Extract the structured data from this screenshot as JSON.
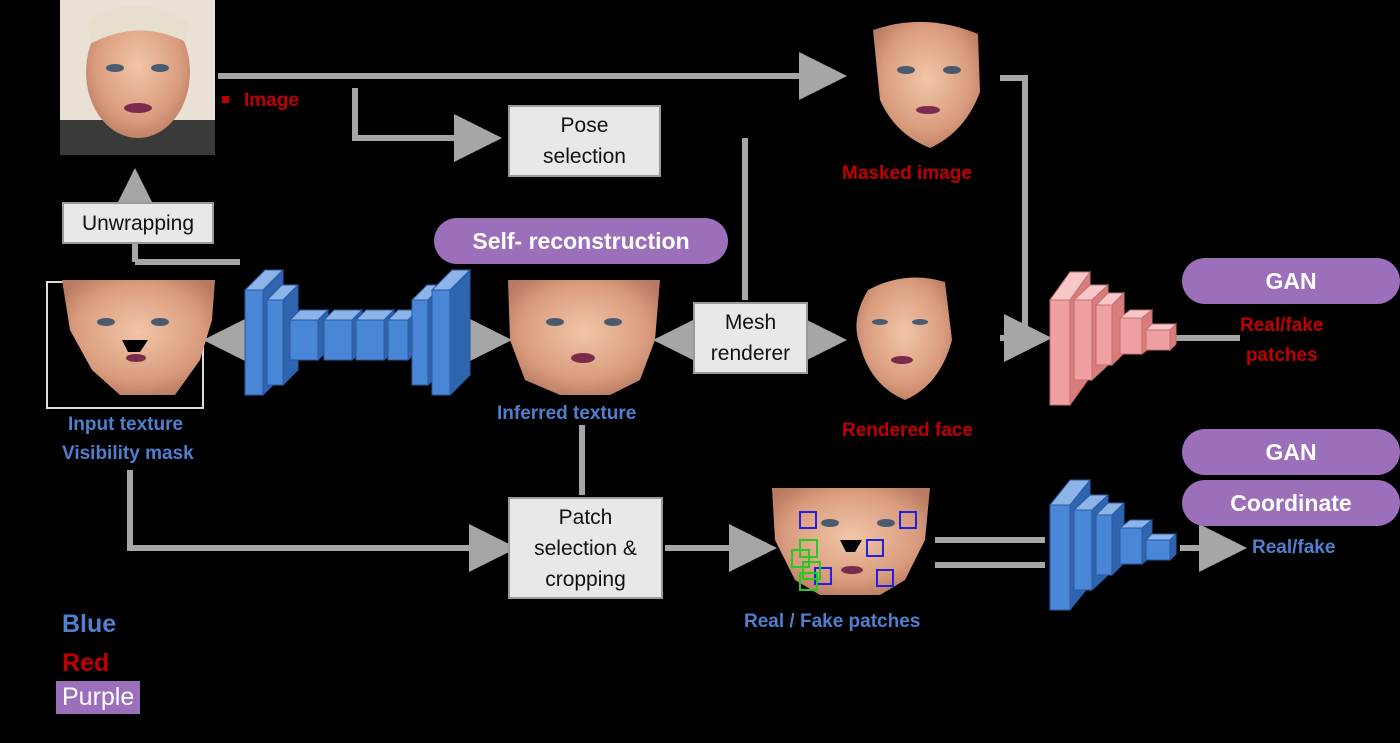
{
  "boxes": {
    "pose_selection": "Pose\nselection",
    "unwrapping": "Unwrapping",
    "mesh_renderer": "Mesh\nrenderer",
    "patch_selection": "Patch\nselection &\ncropping"
  },
  "pills": {
    "self_reconstruction": "Self- reconstruction",
    "gan_top": "GAN",
    "gan_bottom": "GAN",
    "coordinate": "Coordinate"
  },
  "labels": {
    "image": "Image",
    "masked_image": "Masked image",
    "input_texture": "Input texture",
    "visibility_mask": "Visibility mask",
    "inferred_texture": "Inferred texture",
    "rendered_face": "Rendered face",
    "real_fake_patches_red": "Real/fake\npatches",
    "real_fake_patches_blue": "Real / Fake patches",
    "real_fake_blue": "Real/fake"
  },
  "legend": {
    "blue": "Blue",
    "red": "Red",
    "purple": "Purple"
  },
  "colors": {
    "blue": "#4f7fcf",
    "red": "#c00000",
    "purple": "#9b6fba",
    "arrow": "#a6a6a6",
    "network_blue": "#4a86d6",
    "network_red": "#f0a0a0"
  }
}
